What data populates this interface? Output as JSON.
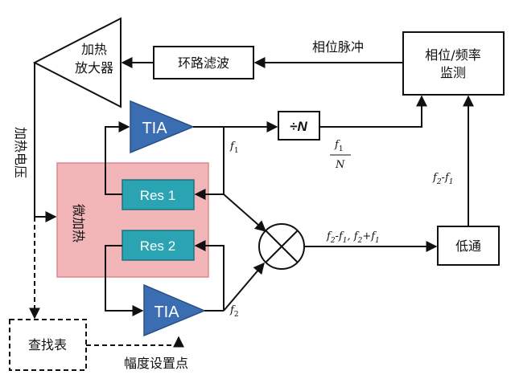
{
  "blocks": {
    "heater_amp": "加热\n放大器",
    "loop_filter": "环路滤波",
    "phase_monitor": "相位/频率\n监测",
    "tia_top": "TIA",
    "tia_bottom": "TIA",
    "divider_symbol": "÷",
    "divider_n": "N",
    "res1": "Res 1",
    "res2": "Res 2",
    "micro_heater": "微加热",
    "lowpass": "低通",
    "lookup_table": "查找表"
  },
  "labels": {
    "phase_pulse": "相位脉冲",
    "heater_voltage": "加热电压",
    "f1": "f",
    "f1_sub": "1",
    "f2": "f",
    "f2_sub": "2",
    "fraction_num": "f",
    "fraction_num_sub": "1",
    "fraction_den": "N",
    "f2_minus_f1_right": "f",
    "mixer_output": "f₂-f₁, f₂+f₁",
    "amplitude_setpoint": "幅度设置点"
  },
  "colors": {
    "tia_fill": "#3b6db3",
    "res_fill": "#2aa3b3",
    "heater_region": "#f2b5b8",
    "line": "#111111"
  }
}
